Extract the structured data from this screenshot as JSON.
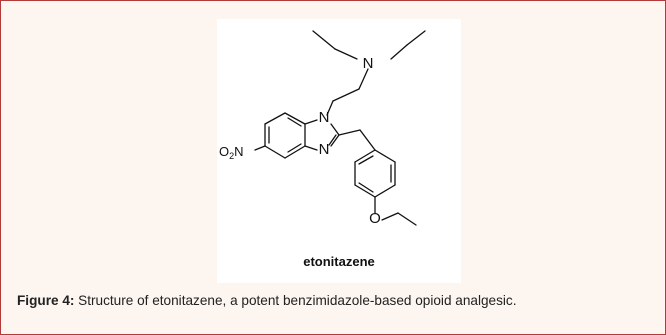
{
  "figure": {
    "compound_name": "etonitazene",
    "caption_label": "Figure 4:",
    "caption_text": " Structure of etonitazene, a potent benzimidazole-based opioid analgesic."
  },
  "structure": {
    "atoms": {
      "amine_n": "N",
      "n1": "N",
      "n3": "N",
      "nitro_o": "O",
      "nitro_sub": "2",
      "nitro_n": "N",
      "ether_o": "O"
    }
  },
  "colors": {
    "border": "#b23a3a",
    "background": "#fcf5f0"
  }
}
